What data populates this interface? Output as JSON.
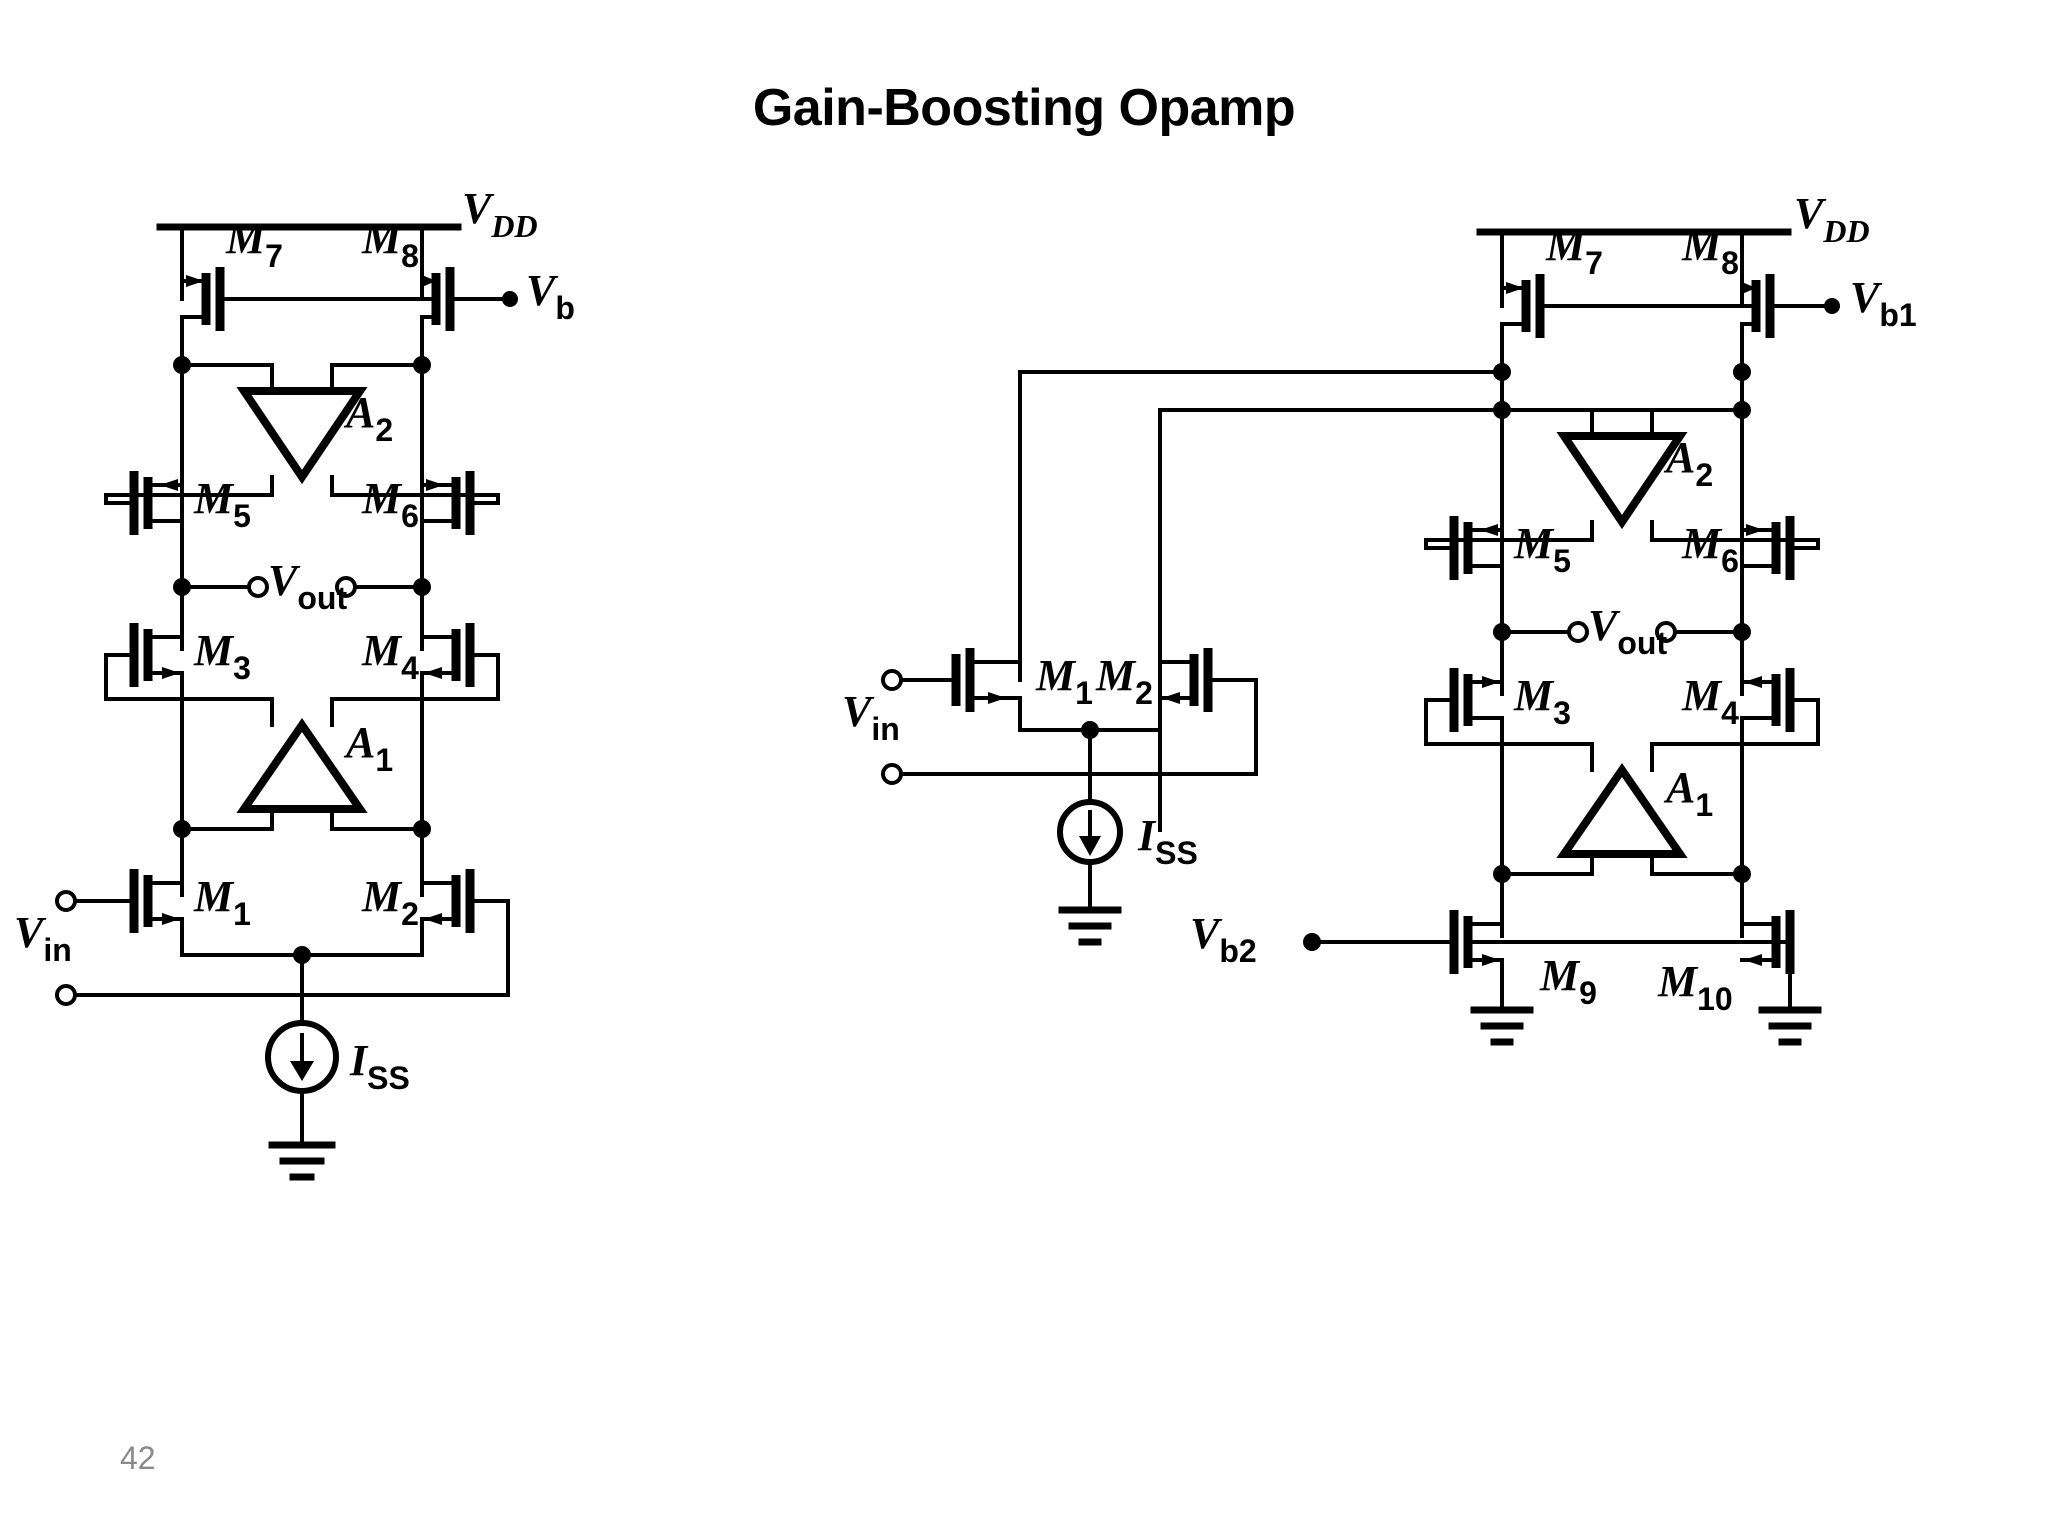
{
  "slide": {
    "title": "Gain-Boosting Opamp",
    "page_number": "42",
    "background_color": "#ffffff",
    "ink_color": "#000000",
    "page_number_color": "#8a8a8a"
  },
  "figures": [
    {
      "id": "left-circuit",
      "name": "gain-boosted-telescopic-cascode-single-amp",
      "supply_label": "V",
      "supply_sub": "DD",
      "transistors": [
        {
          "name": "M",
          "sub": "7",
          "type": "pmos"
        },
        {
          "name": "M",
          "sub": "8",
          "type": "pmos"
        },
        {
          "name": "M",
          "sub": "5",
          "type": "pmos"
        },
        {
          "name": "M",
          "sub": "6",
          "type": "pmos"
        },
        {
          "name": "M",
          "sub": "3",
          "type": "nmos"
        },
        {
          "name": "M",
          "sub": "4",
          "type": "nmos"
        },
        {
          "name": "M",
          "sub": "1",
          "type": "nmos"
        },
        {
          "name": "M",
          "sub": "2",
          "type": "nmos"
        }
      ],
      "amplifiers": [
        {
          "name": "A",
          "sub": "2",
          "orientation": "down"
        },
        {
          "name": "A",
          "sub": "1",
          "orientation": "up"
        }
      ],
      "ports": [
        {
          "name": "V",
          "sub": "b",
          "kind": "bias-node"
        },
        {
          "name": "V",
          "sub": "out",
          "kind": "output"
        },
        {
          "name": "V",
          "sub": "in",
          "kind": "differential-input"
        }
      ],
      "sources": [
        {
          "name": "I",
          "sub": "SS",
          "kind": "current-source"
        }
      ]
    },
    {
      "id": "right-circuit",
      "name": "gain-boosted-folded-cascode-with-separate-input-pair",
      "supply_label": "V",
      "supply_sub": "DD",
      "transistors": [
        {
          "name": "M",
          "sub": "7",
          "type": "pmos"
        },
        {
          "name": "M",
          "sub": "8",
          "type": "pmos"
        },
        {
          "name": "M",
          "sub": "5",
          "type": "pmos"
        },
        {
          "name": "M",
          "sub": "6",
          "type": "pmos"
        },
        {
          "name": "M",
          "sub": "3",
          "type": "nmos"
        },
        {
          "name": "M",
          "sub": "4",
          "type": "nmos"
        },
        {
          "name": "M",
          "sub": "1",
          "type": "nmos"
        },
        {
          "name": "M",
          "sub": "2",
          "type": "nmos"
        },
        {
          "name": "M",
          "sub": "9",
          "type": "nmos"
        },
        {
          "name": "M",
          "sub": "10",
          "type": "nmos"
        }
      ],
      "amplifiers": [
        {
          "name": "A",
          "sub": "2",
          "orientation": "down"
        },
        {
          "name": "A",
          "sub": "1",
          "orientation": "up"
        }
      ],
      "ports": [
        {
          "name": "V",
          "sub": "b1",
          "kind": "bias-node"
        },
        {
          "name": "V",
          "sub": "b2",
          "kind": "bias-node"
        },
        {
          "name": "V",
          "sub": "out",
          "kind": "output"
        },
        {
          "name": "V",
          "sub": "in",
          "kind": "differential-input"
        }
      ],
      "sources": [
        {
          "name": "I",
          "sub": "SS",
          "kind": "current-source"
        }
      ]
    }
  ],
  "left": {
    "vdd": {
      "main": "V",
      "sub": "DD"
    },
    "vb": {
      "main": "V",
      "sub": "b"
    },
    "vout": {
      "main": "V",
      "sub": "out"
    },
    "vin": {
      "main": "V",
      "sub": "in"
    },
    "iss": {
      "main": "I",
      "sub": "SS"
    },
    "m1": {
      "main": "M",
      "sub": "1"
    },
    "m2": {
      "main": "M",
      "sub": "2"
    },
    "m3": {
      "main": "M",
      "sub": "3"
    },
    "m4": {
      "main": "M",
      "sub": "4"
    },
    "m5": {
      "main": "M",
      "sub": "5"
    },
    "m6": {
      "main": "M",
      "sub": "6"
    },
    "m7": {
      "main": "M",
      "sub": "7"
    },
    "m8": {
      "main": "M",
      "sub": "8"
    },
    "a1": {
      "main": "A",
      "sub": "1"
    },
    "a2": {
      "main": "A",
      "sub": "2"
    }
  },
  "right": {
    "vdd": {
      "main": "V",
      "sub": "DD"
    },
    "vb1": {
      "main": "V",
      "sub": "b1"
    },
    "vb2": {
      "main": "V",
      "sub": "b2"
    },
    "vout": {
      "main": "V",
      "sub": "out"
    },
    "vin": {
      "main": "V",
      "sub": "in"
    },
    "iss": {
      "main": "I",
      "sub": "SS"
    },
    "m1": {
      "main": "M",
      "sub": "1"
    },
    "m2": {
      "main": "M",
      "sub": "2"
    },
    "m3": {
      "main": "M",
      "sub": "3"
    },
    "m4": {
      "main": "M",
      "sub": "4"
    },
    "m5": {
      "main": "M",
      "sub": "5"
    },
    "m6": {
      "main": "M",
      "sub": "6"
    },
    "m7": {
      "main": "M",
      "sub": "7"
    },
    "m8": {
      "main": "M",
      "sub": "8"
    },
    "m9": {
      "main": "M",
      "sub": "9"
    },
    "m10": {
      "main": "M",
      "sub": "10"
    },
    "a1": {
      "main": "A",
      "sub": "1"
    },
    "a2": {
      "main": "A",
      "sub": "2"
    }
  }
}
